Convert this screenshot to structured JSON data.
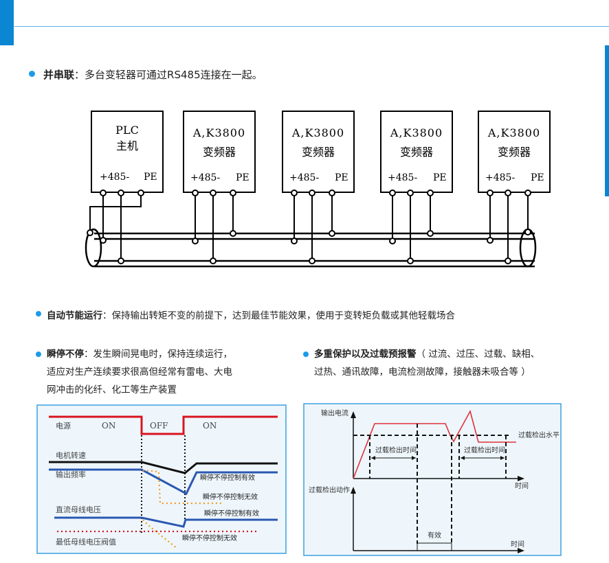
{
  "header": {
    "accent_color": "#0a86d2",
    "rule_color": "#5aaee3"
  },
  "section_parallel": {
    "title": "并串联",
    "separator": "：",
    "text": "多台变轻器可通过RS485连接在一起。"
  },
  "wiring_diagram": {
    "devices": [
      {
        "line1": "PLC",
        "line2": "主机",
        "terminals": "+485-",
        "pe": "PE"
      },
      {
        "line1": "A,K3800",
        "line2": "变频器",
        "terminals": "+485-",
        "pe": "PE"
      },
      {
        "line1": "A,K3800",
        "line2": "变频器",
        "terminals": "+485-",
        "pe": "PE"
      },
      {
        "line1": "A,K3800",
        "line2": "变频器",
        "terminals": "+485-",
        "pe": "PE"
      },
      {
        "line1": "A,K3800",
        "line2": "变频器",
        "terminals": "+485-",
        "pe": "PE"
      }
    ]
  },
  "section_energy": {
    "title": "自动节能运行",
    "separator": "：",
    "text": "保持输出转矩不变的前提下，达到最佳节能效果，使用于变转矩负载或其他轻载场合"
  },
  "section_ride_through": {
    "title": "瞬停不停",
    "separator": "：",
    "line1": "发生瞬间晃电时，保持连续运行，",
    "line2": "适应对生产连续要求很高但经常有雷电、大电",
    "line3": "网冲击的化纤、化工等生产装置"
  },
  "section_protection": {
    "title": "多重保护以及过载预报警",
    "line1": "（ 过流、过压、过载、缺相、",
    "line2": "过热、通讯故障，电流检测故障，接触器未吸合等 ）"
  },
  "ride_through_chart": {
    "bg_color": "#eef6fc",
    "border_color": "#3aa0de",
    "labels": {
      "power": "电源",
      "on1": "ON",
      "off": "OFF",
      "on2": "ON",
      "motor_speed": "电机转速",
      "output_freq": "输出频率",
      "dc_bus": "直流母线电压",
      "min_bus": "最低母线电压阀值",
      "valid1": "瞬停不停控制有效",
      "invalid1": "瞬停不停控制无效",
      "valid2": "瞬停不停控制有效",
      "invalid2": "瞬停不停控制无效"
    },
    "colors": {
      "power": "#d9141f",
      "speed": "#111111",
      "freq": "#2a58b0",
      "invalid": "#f29a1e",
      "threshold": "#d9141f"
    }
  },
  "overload_chart": {
    "bg_color": "#eef6fc",
    "border_color": "#3aa0de",
    "labels": {
      "y_top": "输出电流",
      "level": "过载检出水平",
      "detect_time1": "过载检出时间",
      "detect_time2": "过载检出时间",
      "x_top": "时间",
      "y_bottom": "过载检出动作",
      "valid": "有效",
      "x_bottom": "时间"
    },
    "colors": {
      "current": "#e0303a",
      "axis": "#111111"
    }
  }
}
